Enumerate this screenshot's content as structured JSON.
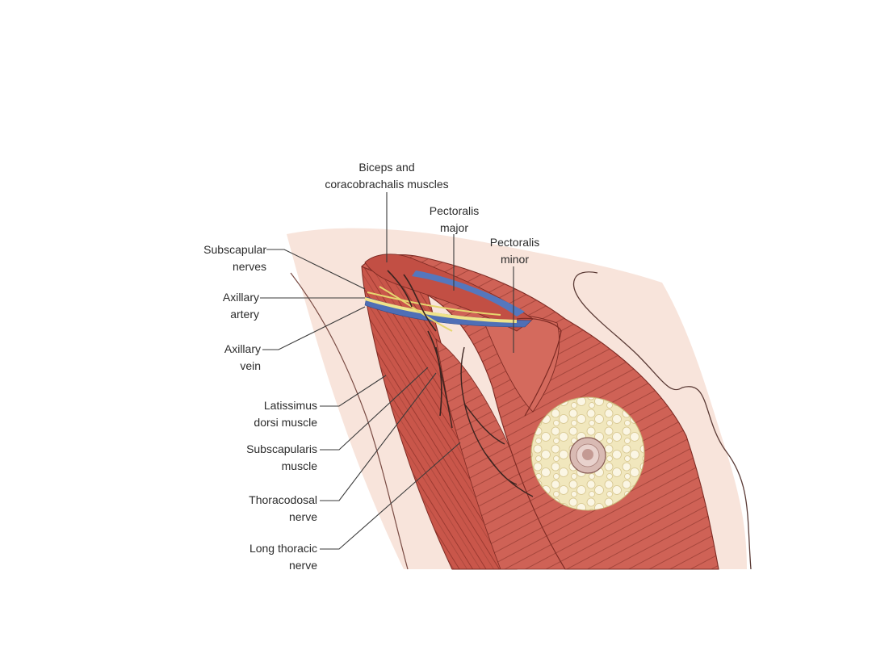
{
  "labels": {
    "biceps": [
      "Biceps and",
      "coracobrachalis muscles"
    ],
    "pec_major": [
      "Pectoralis",
      "major"
    ],
    "pec_minor": [
      "Pectoralis",
      "minor"
    ],
    "subscapular_nerves": [
      "Subscapular",
      "nerves"
    ],
    "axillary_artery": [
      "Axillary",
      "artery"
    ],
    "axillary_vein": [
      "Axillary",
      "vein"
    ],
    "latissimus": [
      "Latissimus",
      "dorsi muscle"
    ],
    "subscapularis": [
      "Subscapularis",
      "muscle"
    ],
    "thoracodorsal": [
      "Thoracodosal",
      "nerve"
    ],
    "long_thoracic": [
      "Long thoracic",
      "nerve"
    ]
  },
  "colors": {
    "muscle": "#c9564a",
    "muscle_dark": "#8f2f28",
    "skin": "#f6ddd3",
    "vein": "#4f6fb6",
    "artery_nerve": "#efe38a",
    "fat": "#f4ebc8",
    "areola": "#d6b3ad"
  }
}
